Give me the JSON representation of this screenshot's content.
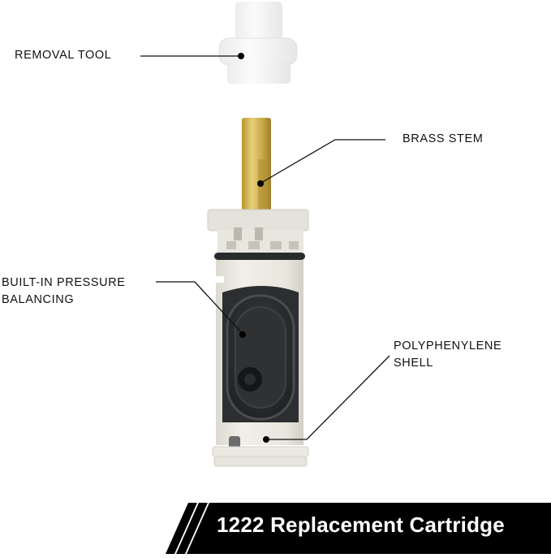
{
  "labels": {
    "removal_tool": "REMOVAL TOOL",
    "brass_stem": "BRASS STEM",
    "pressure_line1": "BUILT-IN PRESSURE",
    "pressure_line2": "BALANCING",
    "shell_line1": "POLYPHENYLENE",
    "shell_line2": "SHELL"
  },
  "banner": {
    "title": "1222 Replacement Cartridge"
  },
  "colors": {
    "banner_bg": "#000000",
    "banner_text": "#ffffff",
    "brass": "#c9a94a",
    "shell": "#ebe9e2",
    "diaphragm": "#2d2f31",
    "tool": "#f4f4f4"
  }
}
